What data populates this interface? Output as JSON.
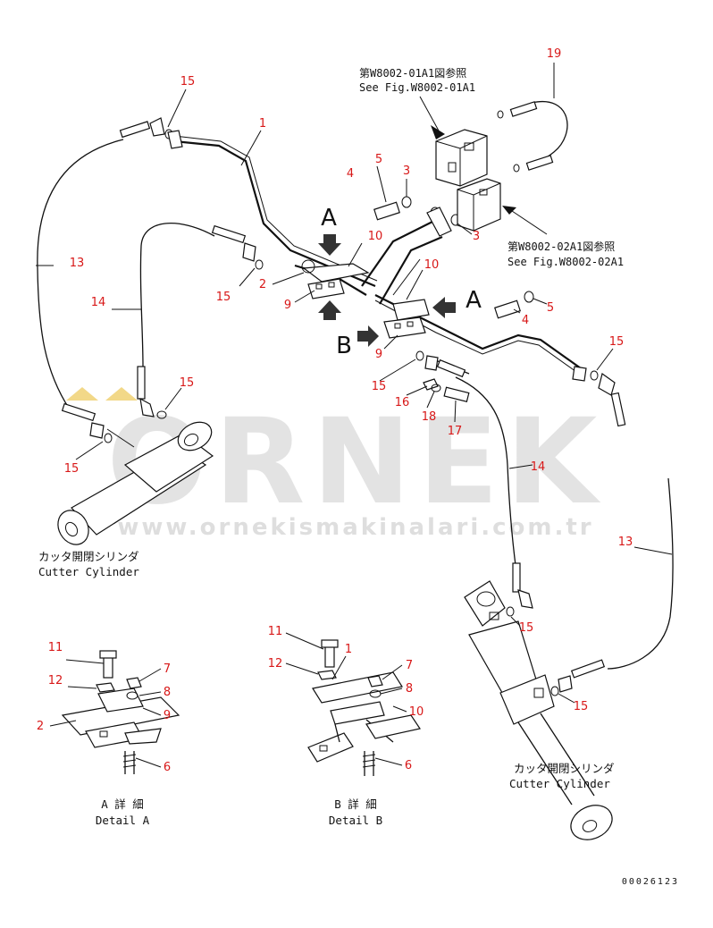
{
  "callouts": {
    "c19": "19",
    "c15a": "15",
    "c1a": "1",
    "c5a": "5",
    "c4a": "4",
    "c3a": "3",
    "c3b": "3",
    "c10a": "10",
    "c10b": "10",
    "c13a": "13",
    "c14a": "14",
    "c2a": "2",
    "c15b": "15",
    "c9a": "9",
    "c9b": "9",
    "c4b": "4",
    "c5b": "5",
    "c15c": "15",
    "c15d": "15",
    "c15e": "15",
    "c16": "16",
    "c18": "18",
    "c17": "17",
    "c15f": "15",
    "c14b": "14",
    "c13b": "13",
    "c15g": "15",
    "c15h": "15",
    "dA11": "11",
    "dA12": "12",
    "dA7": "7",
    "dA8": "8",
    "dA9": "9",
    "dA2": "2",
    "dA6": "6",
    "dB11": "11",
    "dB1": "1",
    "dB12": "12",
    "dB7": "7",
    "dB8": "8",
    "dB10": "10",
    "dB6": "6"
  },
  "view_letters": {
    "a_top": "A",
    "a_right": "A",
    "b_left": "B"
  },
  "refs": {
    "fig01_jp": "第W8002-01A1図参照",
    "fig01_en": "See Fig.W8002-01A1",
    "fig02_jp": "第W8002-02A1図参照",
    "fig02_en": "See Fig.W8002-02A1"
  },
  "captions": {
    "cyl_left_jp": "カッタ開閉シリンダ",
    "cyl_left_en": "Cutter Cylinder",
    "cyl_right_jp": "カッタ開閉シリンダ",
    "cyl_right_en": "Cutter Cylinder",
    "detail_a_jp": "A 詳 細",
    "detail_a_en": "Detail A",
    "detail_b_jp": "B 詳 細",
    "detail_b_en": "Detail B"
  },
  "doc_number": "00026123",
  "watermark": {
    "brand": "ORNEK",
    "url": "www.ornekismakinalari.com.tr",
    "color": "#c8c8c8",
    "accent": "#f2d888"
  },
  "colors": {
    "callout": "#d81818",
    "line": "#111111"
  }
}
